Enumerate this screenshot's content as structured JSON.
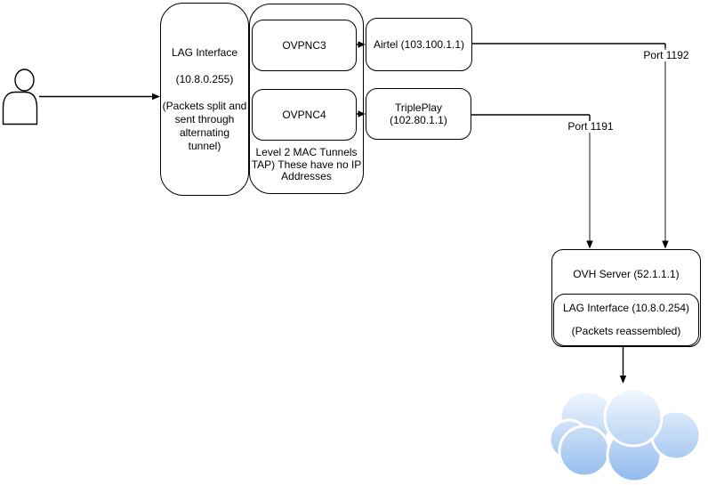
{
  "diagram": {
    "client_lag": {
      "lines": [
        "LAG Interface",
        "",
        "(10.8.0.255)",
        "",
        "(Packets split and",
        "sent through",
        "alternating",
        "tunnel)"
      ]
    },
    "tunnels": {
      "ovpnc3_label": "OVPNC3",
      "ovpnc4_label": "OVPNC4",
      "note_lines": [
        "Level 2 MAC Tunnels",
        "TAP) These have no IP",
        "Addresses"
      ]
    },
    "isps": {
      "airtel_label": "Airtel (103.100.1.1)",
      "tripleplay_lines": [
        "TriplePlay",
        "(102.80.1.1)"
      ]
    },
    "ports": {
      "port_1192": "Port 1192",
      "port_1191": "Port 1191"
    },
    "ovh": {
      "title": "OVH Server (52.1.1.1)",
      "lag_lines": [
        "LAG Interface (10.8.0.254)",
        "",
        "(Packets reassembled)"
      ]
    },
    "icons": {
      "user": "person-icon",
      "cloud": "internet-cloud-icon"
    },
    "colors": {
      "box_stroke": "#000000",
      "box_fill": "#ffffff",
      "connector_black": "#000000",
      "connector_gray": "#8c8c8c",
      "cloud_gradient_top": "#f4f9fe",
      "cloud_gradient_bottom": "#90baee",
      "text": "#000000"
    }
  }
}
